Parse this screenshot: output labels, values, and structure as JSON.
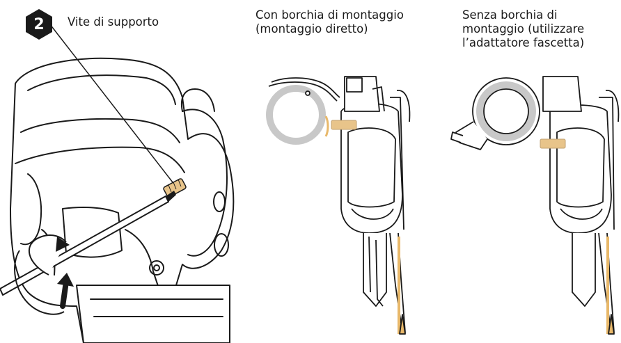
{
  "step": {
    "number": "2",
    "label": "Vite di supporto"
  },
  "captions": {
    "direct_mount": "Con borchia di montaggio\n(montaggio diretto)",
    "band_adapter": "Senza borchia di\nmontaggio (utilizzare\nl’adattatore fascetta)"
  },
  "colors": {
    "line": "#1a1a1a",
    "badge": "#1a1a1a",
    "badge_text": "#ffffff",
    "screw": "#e8c48a",
    "cable": "#e8b86a",
    "frame_tube": "#c8c8c8",
    "shadow": "#ececec"
  },
  "icons": {
    "rotation_arrows": "curved-arrow-icon"
  }
}
